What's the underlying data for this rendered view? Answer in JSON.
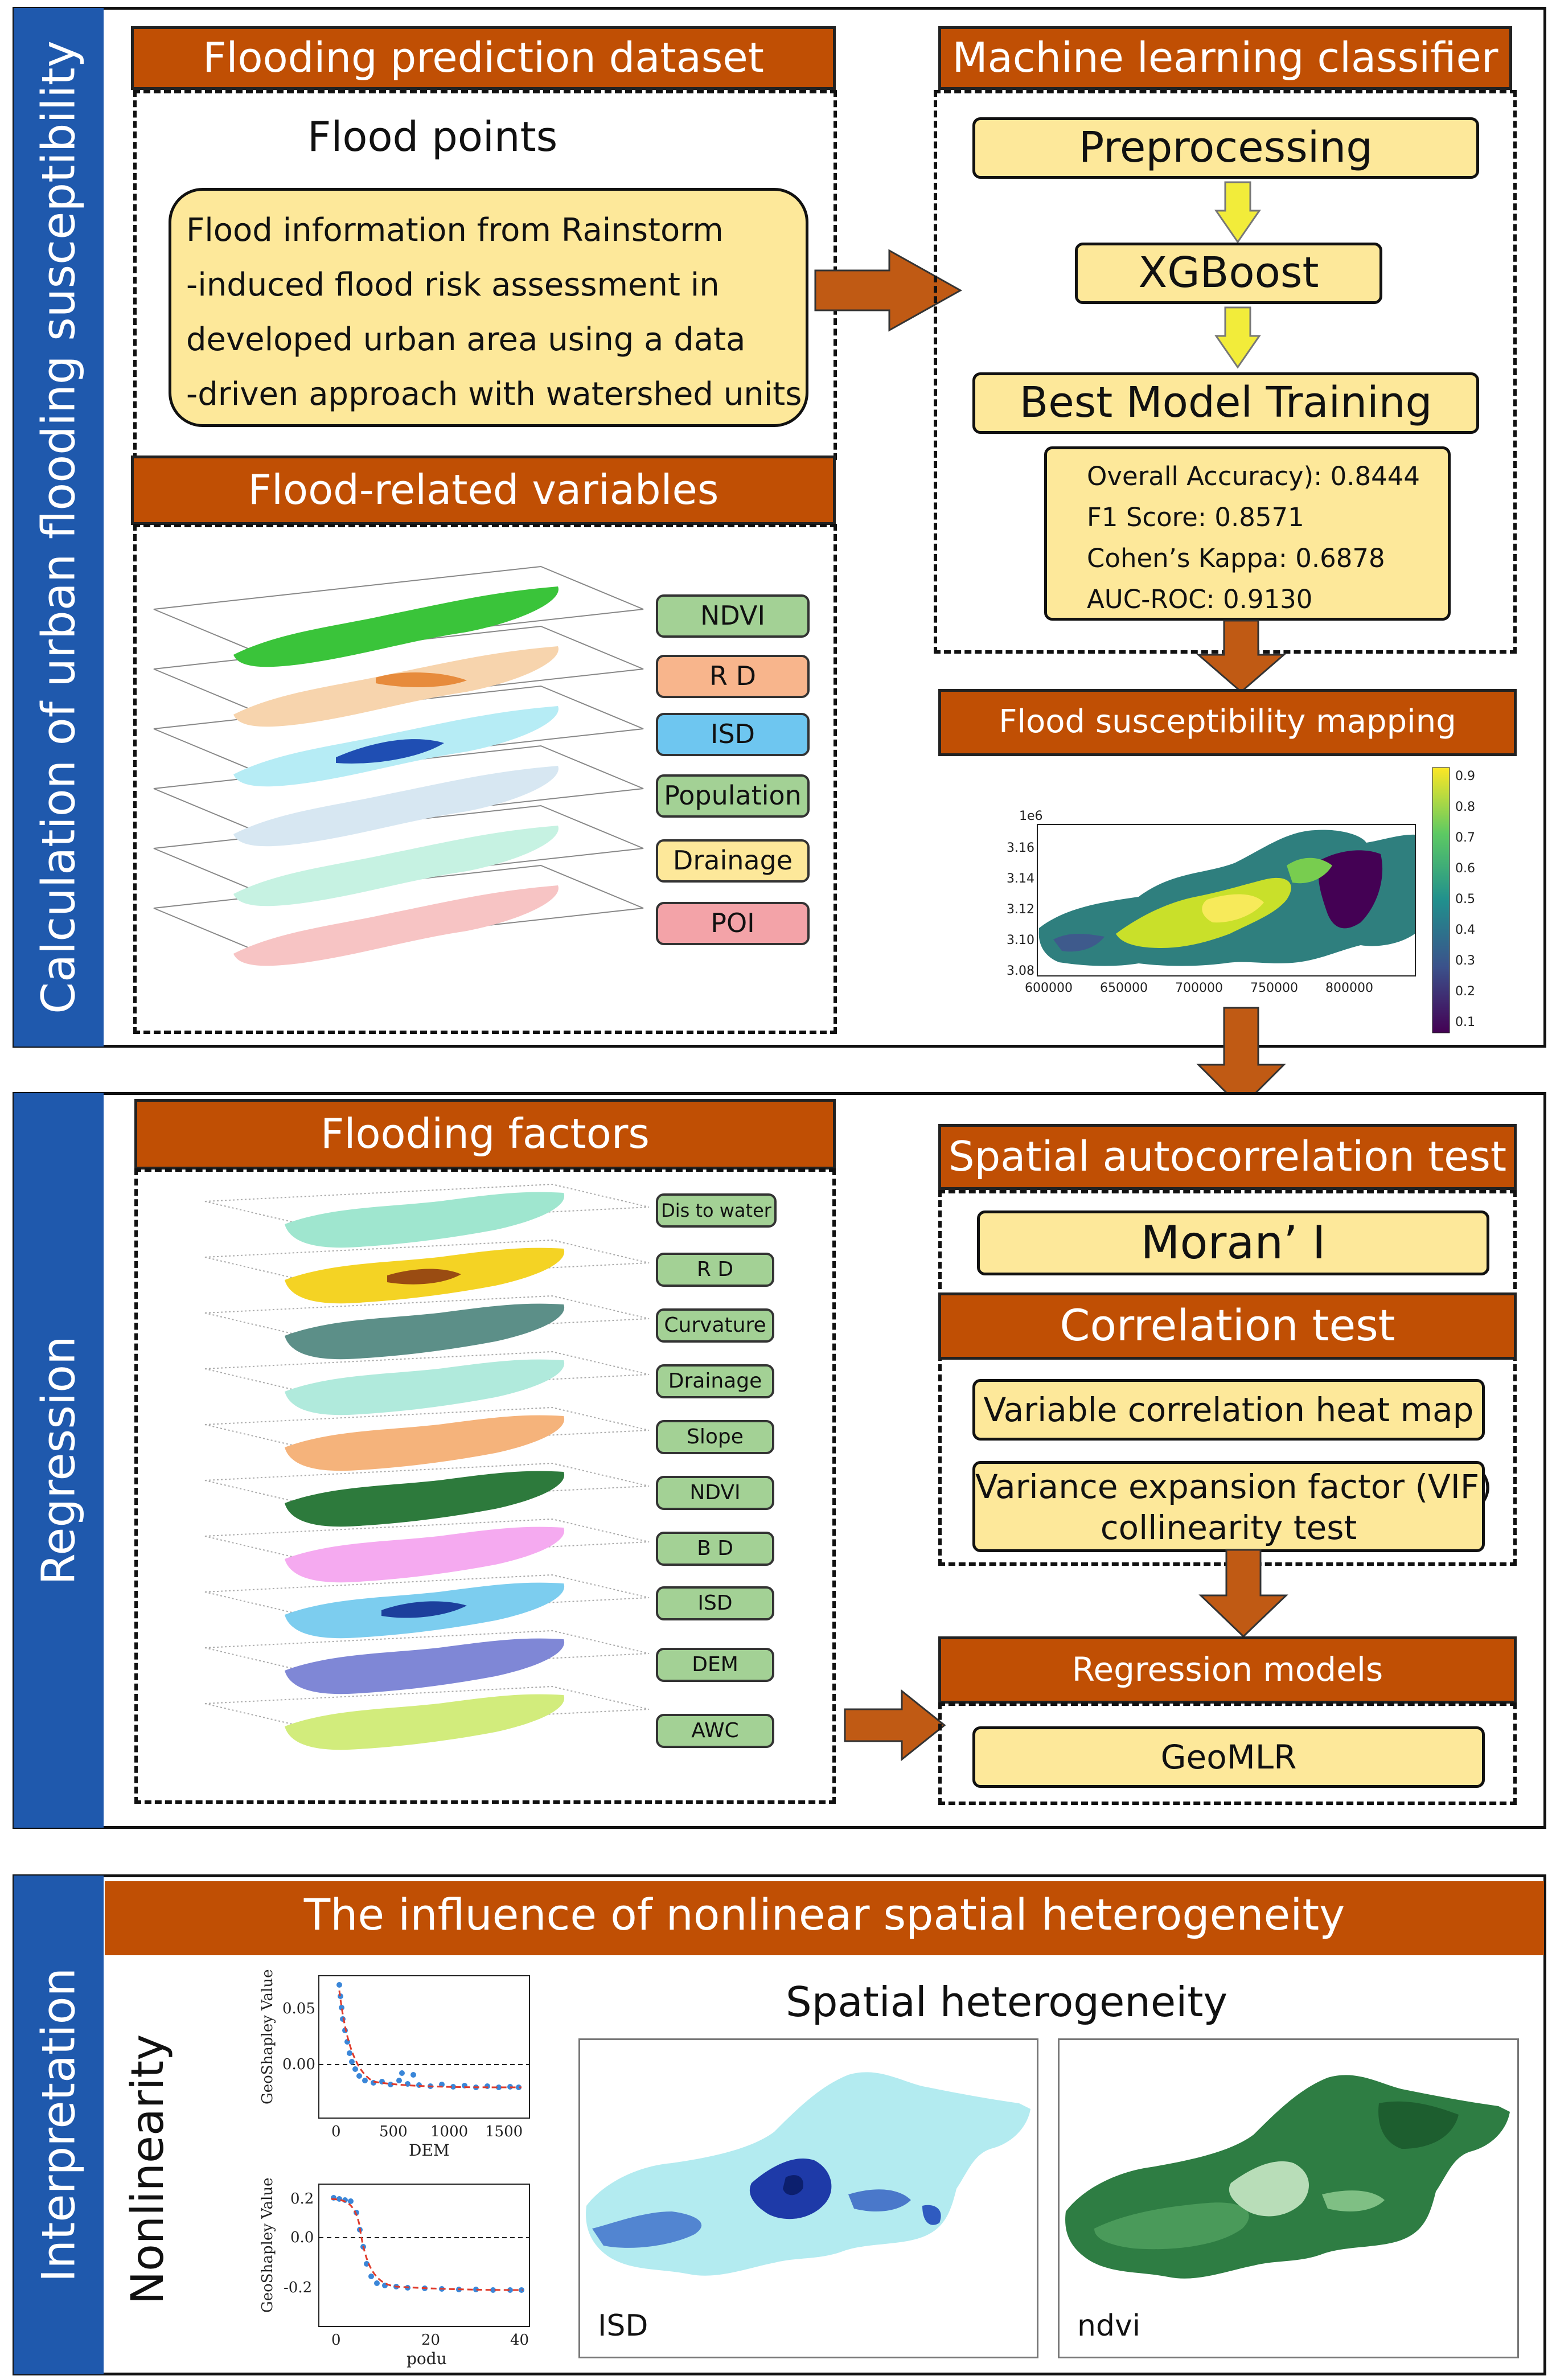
{
  "section1": {
    "side_label": "Calculation of urban flooding susceptibility",
    "dataset_header": "Flooding prediction dataset",
    "flood_points_title": "Flood points",
    "flood_info_lines": [
      "Flood information from Rainstorm",
      "-induced flood risk assessment in",
      "developed urban area using a data",
      "-driven approach with watershed units"
    ],
    "variables_header": "Flood-related variables",
    "variable_tags": [
      "NDVI",
      "R D",
      "ISD",
      "Population",
      "Drainage",
      "POI"
    ],
    "ml_header": "Machine learning classifier",
    "steps": [
      "Preprocessing",
      "XGBoost",
      "Best Model Training"
    ],
    "metrics": [
      "Overall Accuracy): 0.8444",
      "F1 Score: 0.8571",
      "Cohen’s Kappa: 0.6878",
      "AUC-ROC: 0.9130"
    ],
    "mapping_header": "Flood susceptibility mapping",
    "map_plot": {
      "y_exponent": "1e6",
      "y_ticks": [
        "3.16",
        "3.14",
        "3.12",
        "3.10",
        "3.08"
      ],
      "x_ticks": [
        "600000",
        "650000",
        "700000",
        "750000",
        "800000"
      ],
      "colorbar_ticks": [
        "0.9",
        "0.8",
        "0.7",
        "0.6",
        "0.5",
        "0.4",
        "0.3",
        "0.2",
        "0.1"
      ]
    }
  },
  "section2": {
    "side_label": "Regression",
    "factors_header": "Flooding factors",
    "factor_tags": [
      "Dis to water",
      "R D",
      "Curvature",
      "Drainage",
      "Slope",
      "NDVI",
      "B D",
      "ISD",
      "DEM",
      "AWC"
    ],
    "spatial_header": "Spatial autocorrelation test",
    "moran": "Moran’ I",
    "correlation_header": "Correlation  test",
    "heatmap_box": "Variable correlation heat map",
    "vif_lines": [
      "Variance expansion factor (VIF)",
      "collinearity test"
    ],
    "regression_header": "Regression models",
    "geomlr": "GeoMLR"
  },
  "section3": {
    "side_label": "Interpretation",
    "header": "The influence of nonlinear spatial heterogeneity",
    "nonlinearity_label": "Nonlinearity",
    "spatial_title": "Spatial heterogeneity",
    "plot1": {
      "ylabel": "GeoShapley Value",
      "xlabel": "DEM",
      "y_ticks": [
        "0.05",
        "0.00"
      ],
      "x_ticks": [
        "0",
        "500",
        "1000",
        "1500"
      ]
    },
    "plot2": {
      "ylabel": "GeoShapley Value",
      "xlabel": "podu",
      "y_ticks": [
        "0.2",
        "0.0",
        "-0.2"
      ],
      "x_ticks": [
        "0",
        "20",
        "40"
      ]
    },
    "map_labels": [
      "ISD",
      "ndvi"
    ]
  },
  "colors": {
    "sidebar": "#1f59ad",
    "header": "#c04f04",
    "box_fill": "#fde89a",
    "arrow": "#c05a14",
    "small_arrow": "#f2ec3a"
  }
}
